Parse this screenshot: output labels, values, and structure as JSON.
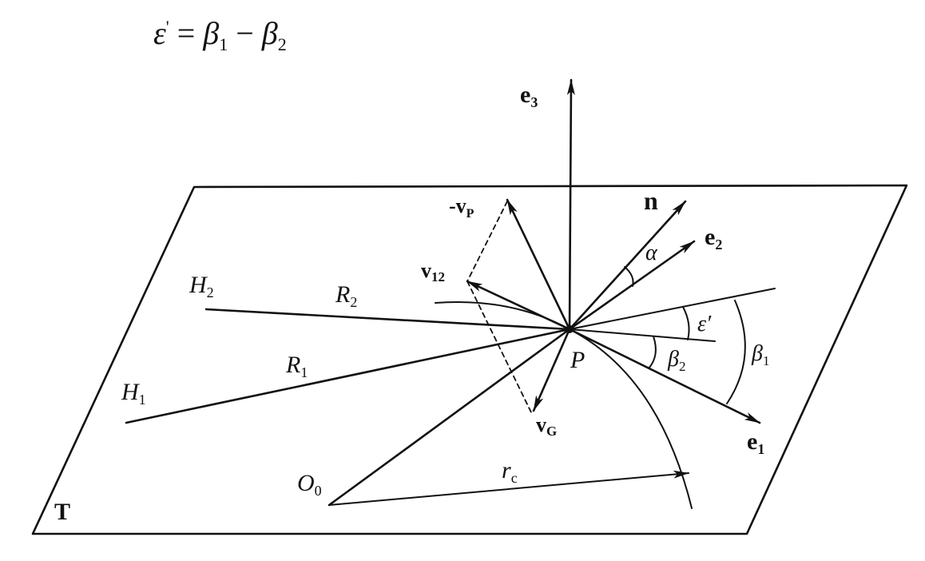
{
  "formula": {
    "lhs": "ε",
    "prime": "'",
    "eq": " = ",
    "b1": "β",
    "b1_sub": "1",
    "minus": " − ",
    "b2": "β",
    "b2_sub": "2"
  },
  "labels": {
    "e3": {
      "main": "e",
      "sub": "3"
    },
    "e2": {
      "main": "e",
      "sub": "2"
    },
    "e1": {
      "main": "e",
      "sub": "1"
    },
    "n": "n",
    "neg_vp": {
      "main": "-v",
      "sub": "P"
    },
    "v12": {
      "main": "v",
      "sub": "12"
    },
    "vg": {
      "main": "v",
      "sub": "G"
    },
    "h2": {
      "main": "H",
      "sub": "2"
    },
    "h1": {
      "main": "H",
      "sub": "1"
    },
    "r2": {
      "main": "R",
      "sub": "2"
    },
    "r1": {
      "main": "R",
      "sub": "1"
    },
    "p": "P",
    "o0": {
      "main": "O",
      "sub": "0"
    },
    "rc": {
      "main": "r",
      "sub": "c"
    },
    "t": "T",
    "alpha": "α",
    "eps_prime": "ε′",
    "beta2": {
      "main": "β",
      "sub": "2"
    },
    "beta1": {
      "main": "β",
      "sub": "1"
    }
  }
}
